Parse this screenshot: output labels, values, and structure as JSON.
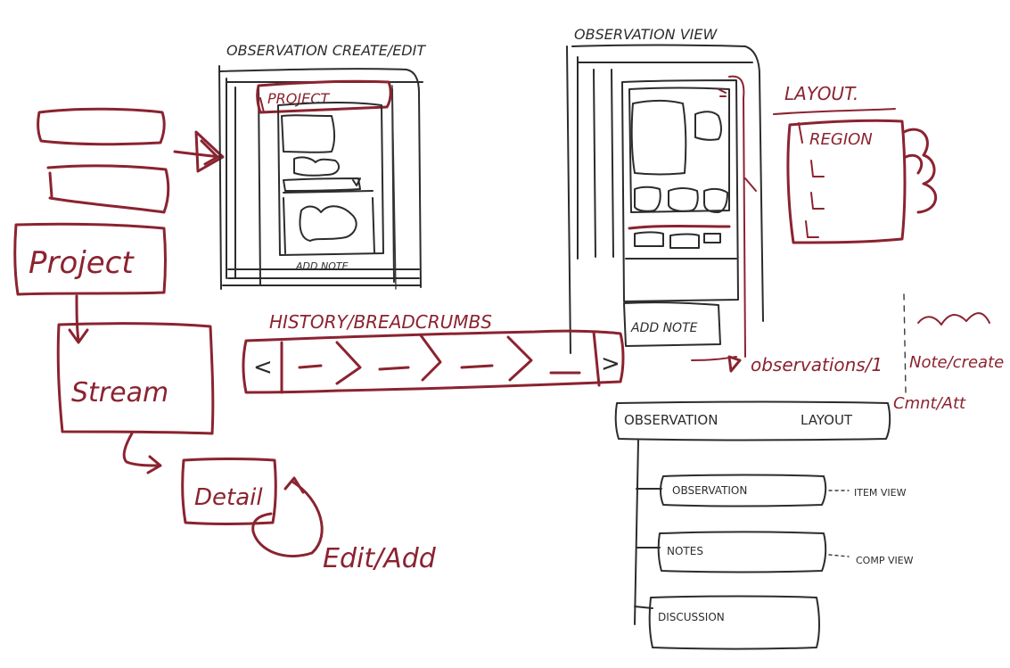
{
  "colors": {
    "marker_red": "#8b2330",
    "marker_black": "#2c2c2c",
    "board": "#ffffff"
  },
  "flow": {
    "project": "Project",
    "stream": "Stream",
    "detail": "Detail",
    "edit_add": "Edit/Add"
  },
  "wireframes": {
    "create_edit_title": "OBSERVATION CREATE/EDIT",
    "create_edit_header": "PROJECT",
    "create_edit_add_note": "ADD NOTE",
    "view_title": "OBSERVATION VIEW",
    "view_add_note": "ADD NOTE"
  },
  "breadcrumbs": {
    "title": "HISTORY/BREADCRUMBS",
    "left_cap": "<",
    "right_cap": ">"
  },
  "routes": {
    "observations": "observations/1",
    "note_create": "Note/create",
    "comment_attach": "Cmnt/Att"
  },
  "layout": {
    "title": "LAYOUT.",
    "region": "REGION"
  },
  "layout_tree": {
    "root_left": "OBSERVATION",
    "root_right": "LAYOUT",
    "children": [
      {
        "label": "OBSERVATION",
        "annotation": "ITEM VIEW"
      },
      {
        "label": "NOTES",
        "annotation": "COMP VIEW"
      },
      {
        "label": "DISCUSSION",
        "annotation": ""
      }
    ]
  }
}
